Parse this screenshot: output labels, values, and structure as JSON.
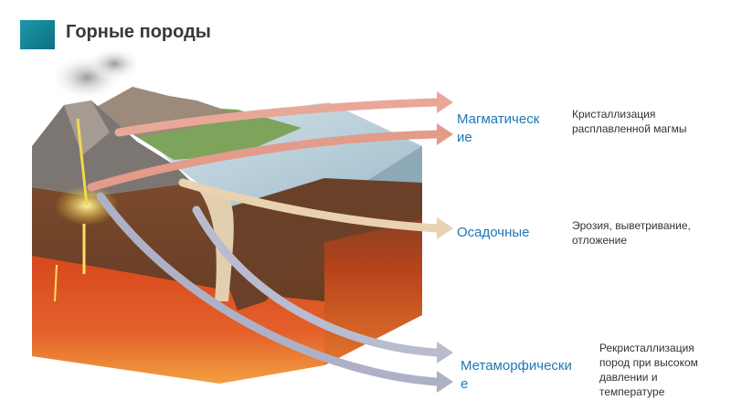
{
  "header": {
    "title": "Горные породы",
    "marker_color": "#138096"
  },
  "rock_types": [
    {
      "name": "Магматические",
      "description": "Кристаллизация расплавленной магмы",
      "arrow_color": "#e8a898"
    },
    {
      "name": "Осадочные",
      "description": "Эрозия, выветривание, отложение",
      "arrow_color": "#ead2b0"
    },
    {
      "name": "Метаморфические",
      "description": "Рекристаллизация пород при высоком давлении и температуре",
      "arrow_color": "#b9bccf"
    }
  ],
  "colors": {
    "label": "#1c79b6",
    "description": "#333333"
  }
}
